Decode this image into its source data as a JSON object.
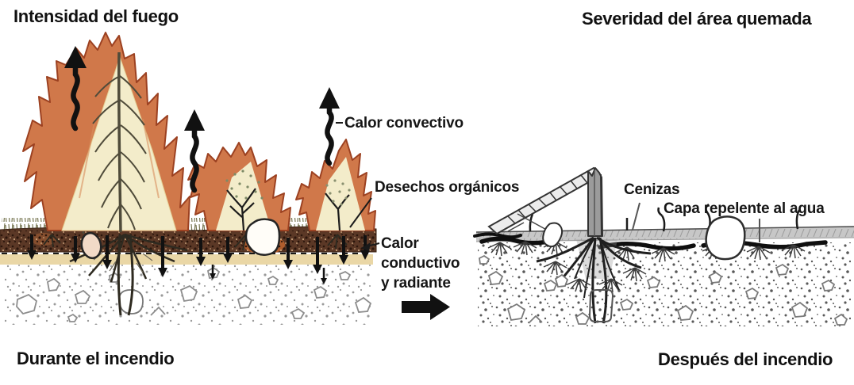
{
  "diagram": {
    "type": "illustration",
    "left_panel": {
      "title": "Intensidad del fuego",
      "caption": "Durante el incendio",
      "labels": {
        "convective_heat": "Calor convectivo",
        "organic_debris": "Desechos orgánicos",
        "conductive_radiant_heat": "Calor conductivo y radiante"
      }
    },
    "right_panel": {
      "title": "Severidad del área quemada",
      "caption": "Después del incendio",
      "labels": {
        "ashes": "Cenizas",
        "water_repellent_layer": "Capa repelente al agua"
      }
    },
    "icons": [
      {
        "name": "convection-up-arrow-icon",
        "shape": "wavy-up-arrow",
        "count": 3
      },
      {
        "name": "heat-down-arrow-icon",
        "shape": "down-arrow",
        "count": 12
      },
      {
        "name": "transition-right-arrow-icon",
        "shape": "right-arrow",
        "count": 1
      }
    ],
    "colors": {
      "background": "#ffffff",
      "text": "#161616",
      "flame_fill": "#d0784a",
      "flame_outline": "#9c4121",
      "flame_core": "#f3ecca",
      "organic_layer": "#5b3826",
      "scorched_band": "#e8d49e",
      "ash_band": "#c7c7c7",
      "arrow": "#111111"
    }
  }
}
